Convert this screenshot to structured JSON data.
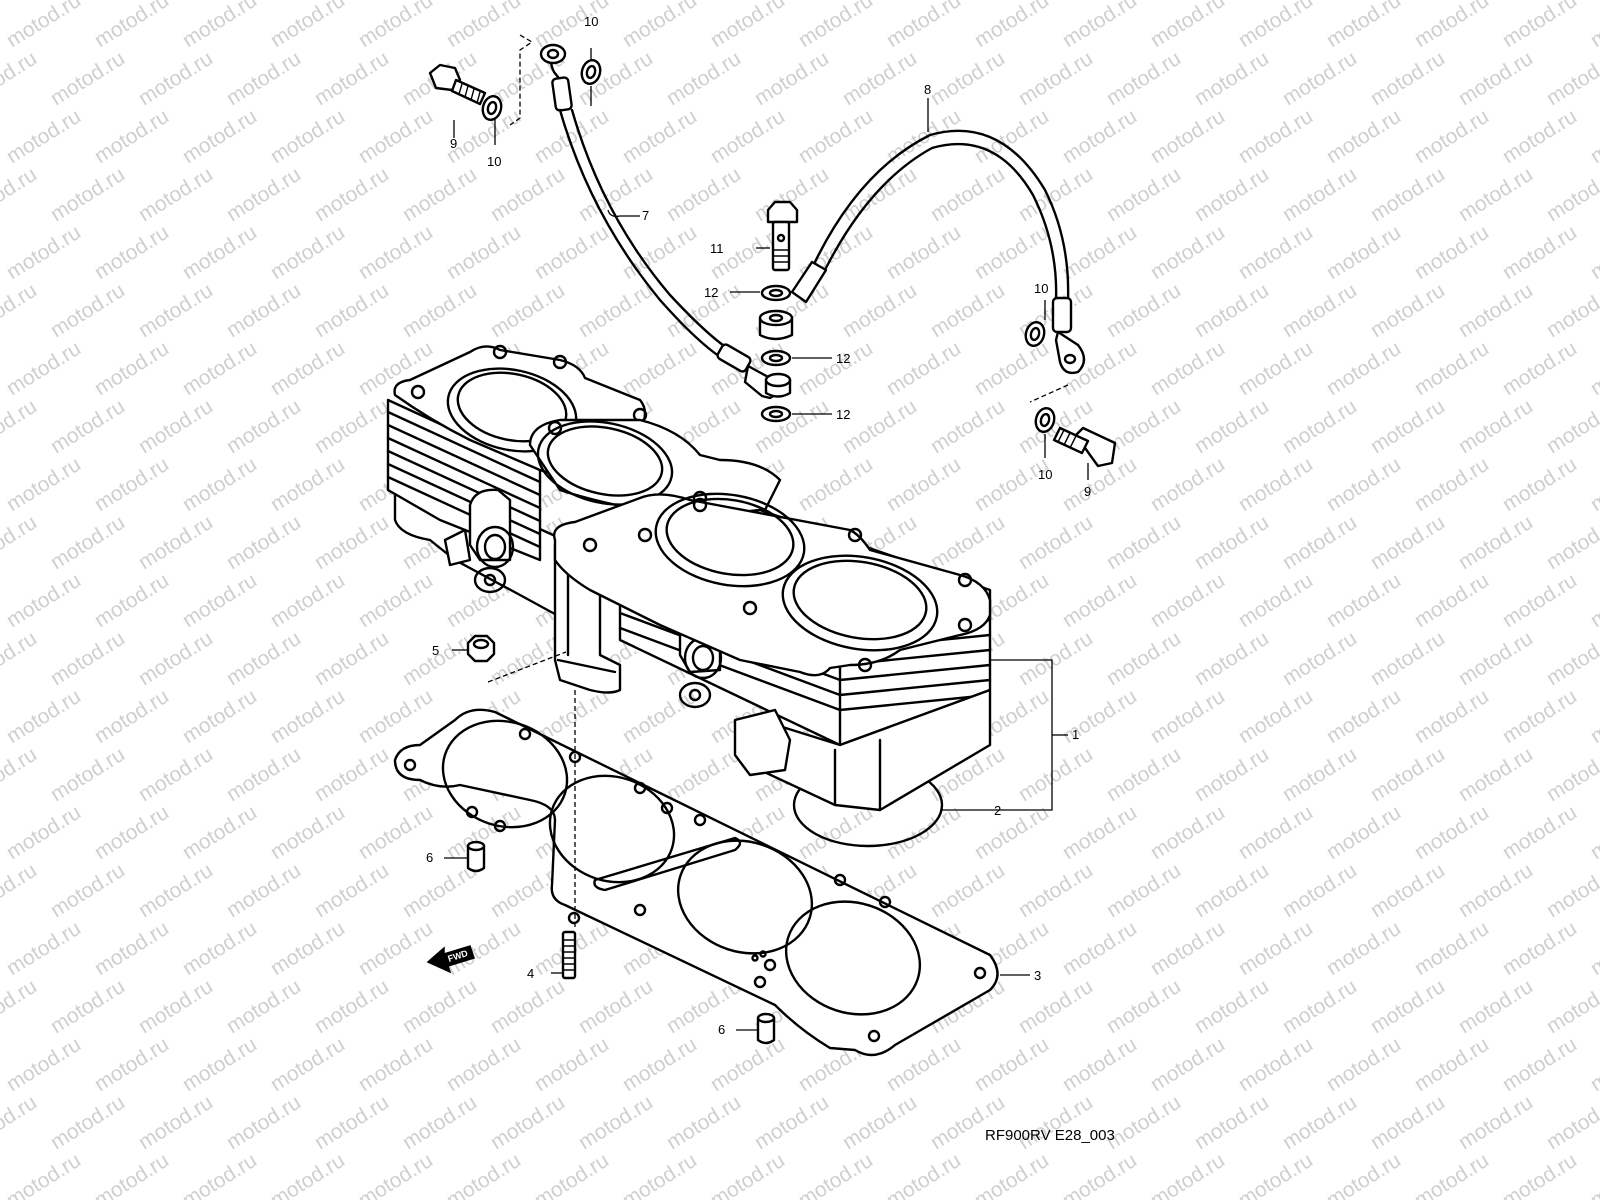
{
  "diagram": {
    "code": "RF900RV E28_003",
    "watermark": "motod.ru",
    "fwd_label": "FWD",
    "callouts": [
      "1",
      "2",
      "3",
      "4",
      "5",
      "6",
      "6",
      "7",
      "8",
      "9",
      "9",
      "10",
      "10",
      "10",
      "10",
      "11",
      "12",
      "12",
      "12"
    ]
  },
  "colors": {
    "line": "#000000",
    "watermark": "#cfcfcf",
    "background": "#ffffff"
  }
}
